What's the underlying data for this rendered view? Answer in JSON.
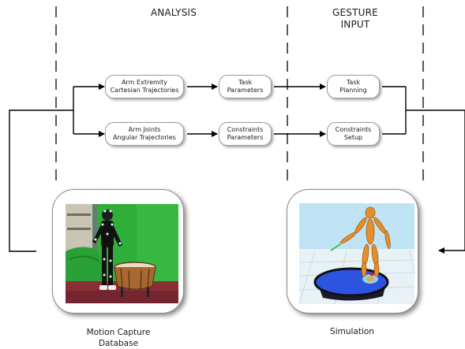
{
  "headers": {
    "analysis": "ANALYSIS",
    "gesture_line1": "GESTURE",
    "gesture_line2": "INPUT"
  },
  "nodes": {
    "arm_extremity": {
      "line1": "Arm Extremity",
      "line2": "Cartesian Trajectories"
    },
    "arm_joints": {
      "line1": "Arm Joints",
      "line2": "Angular Trajectories"
    },
    "task_parameters": {
      "line1": "Task",
      "line2": "Parameters"
    },
    "constraints_parameters": {
      "line1": "Constraints",
      "line2": "Parameters"
    },
    "task_planning": {
      "line1": "Task",
      "line2": "Planning"
    },
    "constraints_setup": {
      "line1": "Constraints",
      "line2": "Setup"
    }
  },
  "captions": {
    "database_line1": "Motion Capture",
    "database_line2": "Database",
    "simulation": "Simulation"
  },
  "colors": {
    "green_screen": "#2fae3a",
    "floor": "#8a2f35",
    "sky": "#bfe3f4",
    "ground": "#e8f1f5",
    "drum_head": "#2c54e0",
    "avatar": "#e3902b"
  }
}
